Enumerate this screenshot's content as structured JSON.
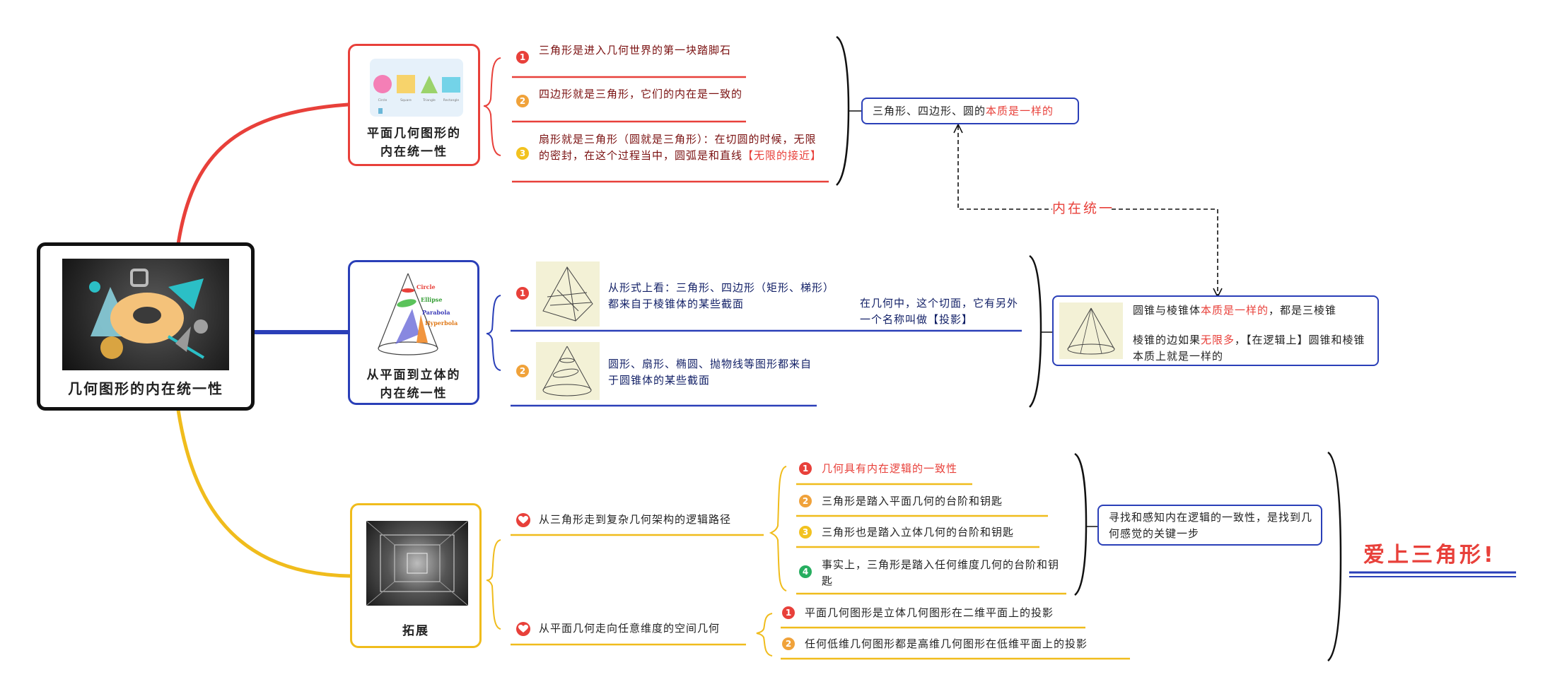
{
  "root": {
    "title": "几何图形的内在统一性"
  },
  "branches": {
    "plane": {
      "title_line1": "平面几何图形的",
      "title_line2": "内在统一性",
      "items": [
        {
          "num": "1",
          "text": "三角形是进入几何世界的第一块踏脚石"
        },
        {
          "num": "2",
          "text": "四边形就是三角形，它们的内在是一致的"
        },
        {
          "num": "3",
          "text": "扇形就是三角形（圆就是三角形）：在切圆的时候，无限的密封，在这个过程当中，圆弧是和直线",
          "highlight": "【无限的接近】"
        }
      ],
      "thumb_shapes": [
        "Circle",
        "Square",
        "Triangle",
        "Rectangle"
      ]
    },
    "solid": {
      "title_line1": "从平面到立体的",
      "title_line2": "内在统一性",
      "items": [
        {
          "num": "1",
          "text": "从形式上看：三角形、四边形（矩形、梯形）都来自于棱锥体的某些截面"
        },
        {
          "num": "2",
          "text": "圆形、扇形、椭圆、抛物线等图形都来自于圆锥体的某些截面"
        }
      ],
      "cone_labels": [
        "Circle",
        "Ellipse",
        "Parabola",
        "Hyperbola"
      ],
      "projection_note": "在几何中，这个切面，它有另外一个名称叫做【投影】"
    },
    "extend": {
      "title": "拓展",
      "group1": {
        "label": "从三角形走到复杂几何架构的逻辑路径",
        "items": [
          {
            "num": "1",
            "text": "几何具有内在逻辑的一致性"
          },
          {
            "num": "2",
            "text": "三角形是踏入平面几何的台阶和钥匙"
          },
          {
            "num": "3",
            "text": "三角形也是踏入立体几何的台阶和钥匙"
          },
          {
            "num": "4",
            "text": "事实上，三角形是踏入任何维度几何的台阶和钥匙"
          }
        ]
      },
      "group2": {
        "label": "从平面几何走向任意维度的空间几何",
        "items": [
          {
            "num": "1",
            "text": "平面几何图形是立体几何图形在二维平面上的投影"
          },
          {
            "num": "2",
            "text": "任何低维几何图形都是高维几何图形在低维平面上的投影"
          }
        ]
      }
    }
  },
  "summaries": {
    "plane": {
      "prefix": "三角形、四边形、圆的",
      "highlight": "本质是一样的"
    },
    "solid": {
      "line1_prefix": "圆锥与棱锥体",
      "line1_highlight": "本质是一样的",
      "line1_suffix": "，都是三棱锥",
      "line2_prefix": "棱锥的边如果",
      "line2_highlight": "无限多",
      "line2_suffix": "，【在逻辑上】圆锥和棱锥本质上就是一样的"
    },
    "extend": "寻找和感知内在逻辑的一致性，是找到几何感觉的关键一步",
    "link_label": "内在统一"
  },
  "conclusion": "爱上三角形!",
  "colors": {
    "red": "#e8403a",
    "blue": "#2a3fb8",
    "yellow": "#f0bc1c",
    "black": "#111111"
  }
}
